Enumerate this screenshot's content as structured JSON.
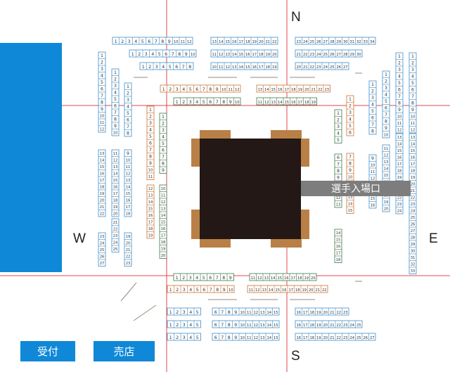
{
  "compass": {
    "north": "N",
    "south": "S",
    "west": "W",
    "east": "E"
  },
  "labels": {
    "entrance": "選手入場口",
    "reception": "受付",
    "shop": "売店"
  },
  "colors": {
    "seat_blue": "#3a8fd0",
    "seat_orange": "#d0702a",
    "seat_green": "#3a7a4a",
    "guide_red": "#e04848",
    "ring": "#231815",
    "ring_post": "#b88046",
    "panel_blue": "#0f88d8",
    "entrance_gray": "#7d7d7d"
  },
  "seating": {
    "north": [
      {
        "first": 1,
        "last": 12,
        "color": "blue"
      },
      {
        "first": 13,
        "last": 22,
        "color": "blue"
      },
      {
        "first": 23,
        "last": 34,
        "color": "blue"
      },
      {
        "first": 1,
        "last": 10,
        "color": "blue"
      },
      {
        "first": 11,
        "last": 20,
        "color": "blue"
      },
      {
        "first": 21,
        "last": 30,
        "color": "blue"
      },
      {
        "first": 1,
        "last": 8,
        "color": "blue"
      },
      {
        "first": 10,
        "last": 19,
        "color": "blue"
      },
      {
        "first": 20,
        "last": 27,
        "color": "blue"
      },
      {
        "first": 1,
        "last": 12,
        "color": "orange"
      },
      {
        "first": 13,
        "last": 23,
        "color": "orange"
      },
      {
        "first": 1,
        "last": 10,
        "color": "green"
      },
      {
        "first": 11,
        "last": 19,
        "color": "green"
      }
    ],
    "south": [
      {
        "first": 1,
        "last": 9,
        "color": "green"
      },
      {
        "first": 11,
        "last": 20,
        "color": "green"
      },
      {
        "first": 1,
        "last": 10,
        "color": "orange"
      },
      {
        "first": 11,
        "last": 22,
        "color": "orange"
      },
      {
        "first": 1,
        "last": 5,
        "color": "blue"
      },
      {
        "first": 6,
        "last": 15,
        "color": "blue"
      },
      {
        "first": 16,
        "last": 23,
        "color": "blue"
      },
      {
        "first": 1,
        "last": 5,
        "color": "blue"
      },
      {
        "first": 6,
        "last": 15,
        "color": "blue"
      },
      {
        "first": 16,
        "last": 25,
        "color": "blue"
      },
      {
        "first": 1,
        "last": 5,
        "color": "blue"
      },
      {
        "first": 6,
        "last": 15,
        "color": "blue"
      },
      {
        "first": 16,
        "last": 27,
        "color": "blue"
      }
    ],
    "west": [
      {
        "first": 1,
        "last": 12,
        "color": "blue"
      },
      {
        "first": 13,
        "last": 22,
        "color": "blue"
      },
      {
        "first": 23,
        "last": 27,
        "color": "blue"
      },
      {
        "first": 1,
        "last": 10,
        "color": "blue"
      },
      {
        "first": 11,
        "last": 20,
        "color": "blue"
      },
      {
        "first": 21,
        "last": 25,
        "color": "blue"
      },
      {
        "first": 1,
        "last": 8,
        "color": "blue"
      },
      {
        "first": 9,
        "last": 18,
        "color": "blue"
      },
      {
        "first": 19,
        "last": 23,
        "color": "blue"
      },
      {
        "first": 1,
        "last": 11,
        "color": "orange"
      },
      {
        "first": 12,
        "last": 19,
        "color": "orange"
      },
      {
        "first": 1,
        "last": 9,
        "color": "green"
      },
      {
        "first": 10,
        "last": 20,
        "color": "green"
      }
    ],
    "east": [
      {
        "first": 1,
        "last": 5,
        "color": "green"
      },
      {
        "first": 6,
        "last": 13,
        "color": "green"
      },
      {
        "first": 14,
        "last": 18,
        "color": "green"
      },
      {
        "first": 1,
        "last": 6,
        "color": "orange"
      },
      {
        "first": 7,
        "last": 15,
        "color": "orange"
      },
      {
        "first": 1,
        "last": 8,
        "color": "blue"
      },
      {
        "first": 9,
        "last": 16,
        "color": "blue"
      },
      {
        "first": 1,
        "last": 10,
        "color": "blue"
      },
      {
        "first": 11,
        "last": 20,
        "color": "blue"
      },
      {
        "first": 1,
        "last": 12,
        "color": "blue"
      },
      {
        "first": 13,
        "last": 24,
        "color": "blue"
      },
      {
        "first": 1,
        "last": 12,
        "color": "blue"
      },
      {
        "first": 13,
        "last": 33,
        "color": "blue"
      }
    ]
  }
}
